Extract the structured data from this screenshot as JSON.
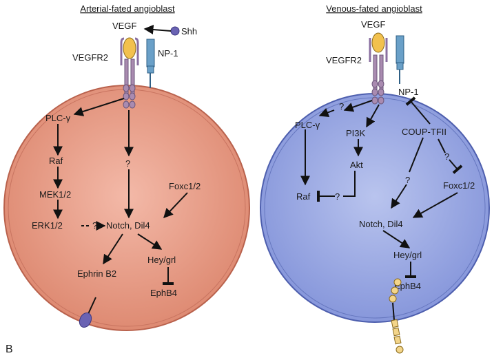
{
  "panel_letter": "B",
  "arterial": {
    "title": "Arterial-fated angioblast",
    "vegf": "VEGF",
    "shh": "Shh",
    "vegfr2": "VEGFR2",
    "np1": "NP-1",
    "plc": "PLC-γ",
    "raf": "Raf",
    "mek": "MEK1/2",
    "erk": "ERK1/2",
    "q_erk": "?",
    "q_center": "?",
    "notch": "Notch, Dil4",
    "foxc": "Foxc1/2",
    "hey": "Hey/grl",
    "ephrin": "Ephrin B2",
    "ephb4": "EphB4"
  },
  "venous": {
    "title": "Venous-fated angioblast",
    "vegf": "VEGF",
    "vegfr2": "VEGFR2",
    "np1": "NP-1",
    "q_plc": "?",
    "plc": "PLC-γ",
    "pi3k": "PI3K",
    "akt": "Akt",
    "raf": "Raf",
    "q_raf": "?",
    "coup": "COUP-TFII",
    "q_foxc": "?",
    "q_notch": "?",
    "foxc": "Foxc1/2",
    "notch": "Notch, Dil4",
    "hey": "Hey/grl",
    "ephb4": "EphB4"
  },
  "colors": {
    "arterial_fill": "#e3917c",
    "arterial_edge": "#b9624d",
    "venous_fill": "#8ea0e0",
    "venous_edge": "#4e5fae",
    "ligand": "#f2c14e",
    "receptor": "#a98bb0",
    "np1": "#6aa0c8",
    "shh": "#6a63b3"
  }
}
